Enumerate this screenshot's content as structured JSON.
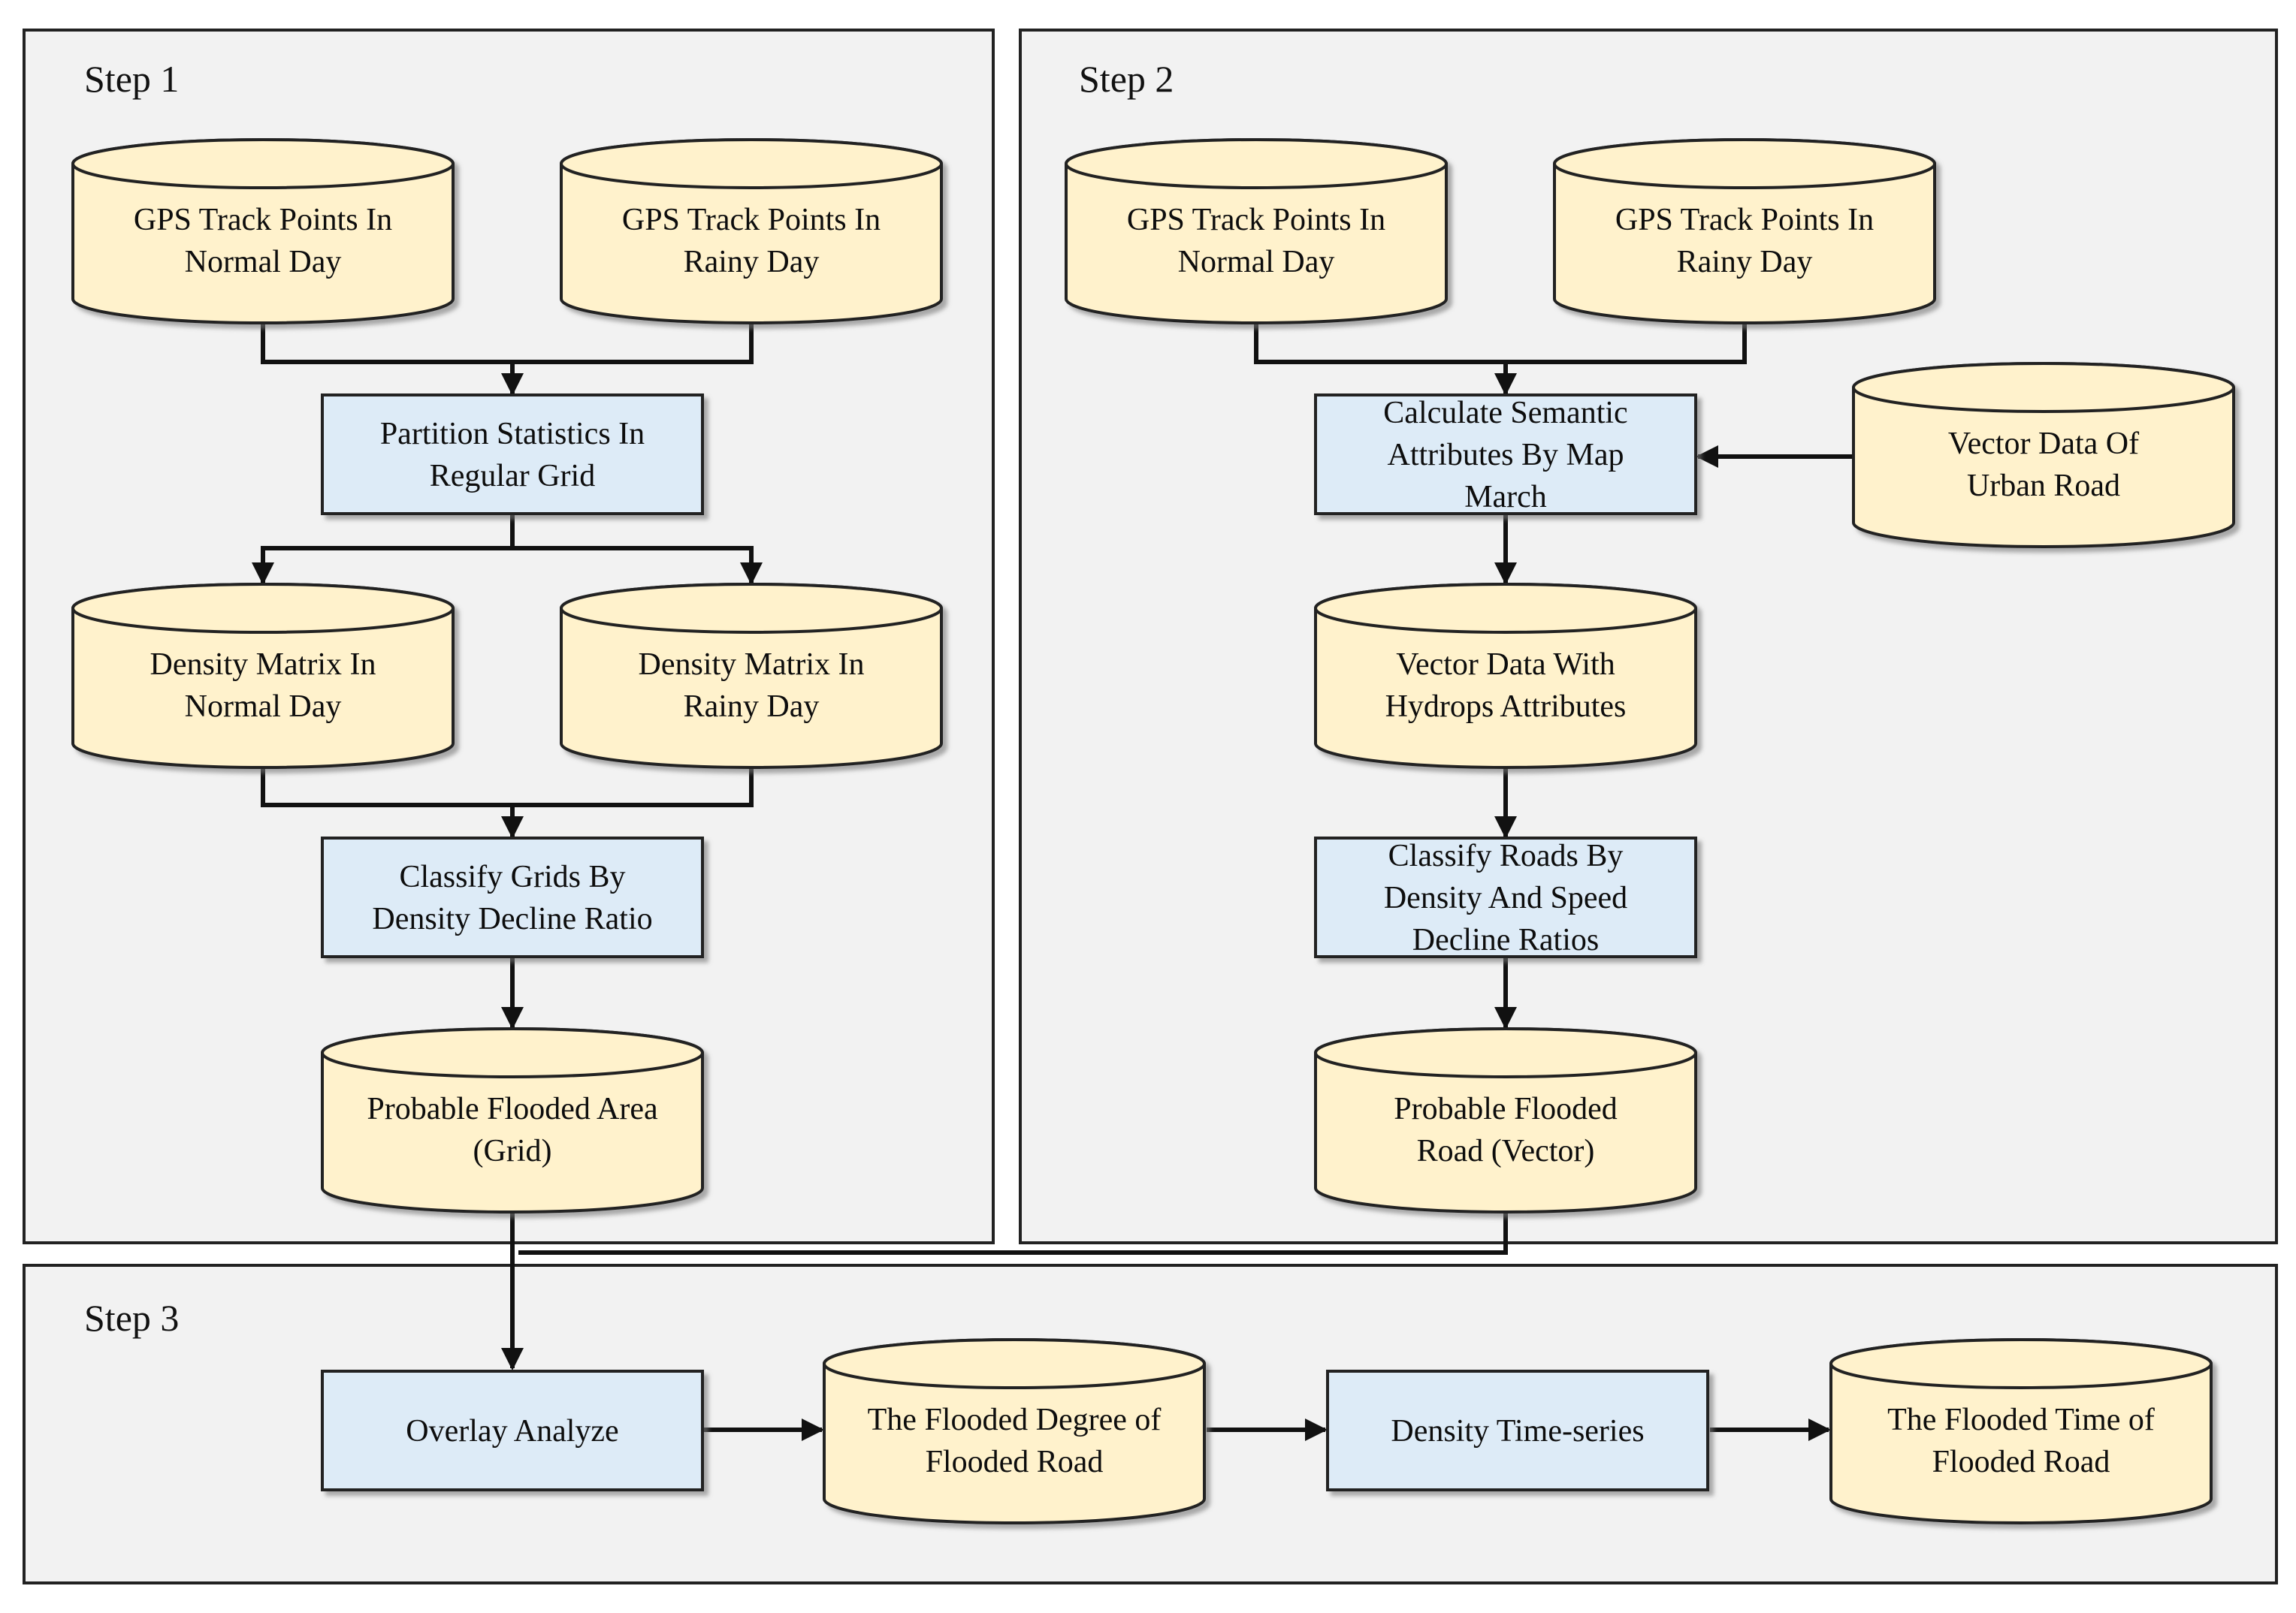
{
  "steps": {
    "step1": "Step 1",
    "step2": "Step 2",
    "step3": "Step 3"
  },
  "step1": {
    "gps_normal": [
      "GPS Track Points In",
      "Normal Day"
    ],
    "gps_rainy": [
      "GPS Track Points In",
      "Rainy Day"
    ],
    "partition": [
      "Partition Statistics In",
      "Regular Grid"
    ],
    "density_normal": [
      "Density Matrix In",
      "Normal Day"
    ],
    "density_rainy": [
      "Density Matrix In",
      "Rainy Day"
    ],
    "classify_grids": [
      "Classify Grids By",
      "Density Decline Ratio"
    ],
    "flooded_area": [
      "Probable Flooded Area",
      "(Grid)"
    ]
  },
  "step2": {
    "gps_normal": [
      "GPS Track Points In",
      "Normal Day"
    ],
    "gps_rainy": [
      "GPS Track Points In",
      "Rainy Day"
    ],
    "calc_semantic": [
      "Calculate Semantic",
      "Attributes By Map",
      "March"
    ],
    "vector_urban": [
      "Vector Data Of",
      "Urban Road"
    ],
    "vector_hydrops": [
      "Vector Data With",
      "Hydrops Attributes"
    ],
    "classify_roads": [
      "Classify Roads By",
      "Density And Speed",
      "Decline Ratios"
    ],
    "flooded_road": [
      "Probable Flooded",
      "Road (Vector)"
    ]
  },
  "step3": {
    "overlay": [
      "Overlay Analyze"
    ],
    "flooded_degree": [
      "The Flooded Degree of",
      "Flooded Road"
    ],
    "time_series": [
      "Density Time-series"
    ],
    "flooded_time": [
      "The Flooded Time of",
      "Flooded Road"
    ]
  },
  "colors": {
    "panel": "#f2f2f2",
    "process": "#ddebf7",
    "datastore": "#fff2cc",
    "stroke": "#222222"
  }
}
